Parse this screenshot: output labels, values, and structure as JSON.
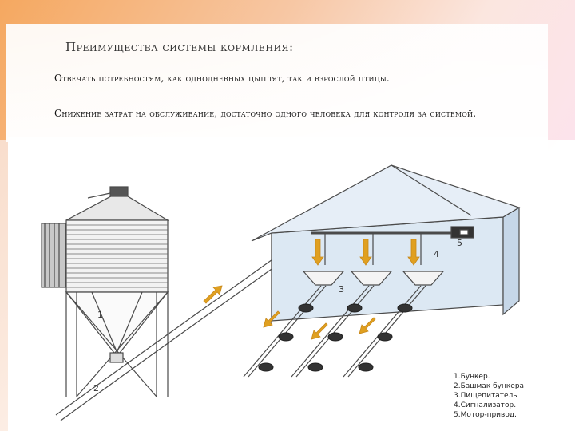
{
  "slide": {
    "title": "Преимущества системы кормления:",
    "point1": "Отвечать потребностям, как однодневных цыплят, так и взрослой птицы.",
    "point2": "Снижение затрат на обслуживание, достаточно одного человека для контроля за системой."
  },
  "diagram": {
    "labels": {
      "n1": "1",
      "n2": "2",
      "n3": "3",
      "n4": "4",
      "n5": "5"
    },
    "legend": [
      "1.Бункер.",
      "2.Башмак бункера.",
      "3.Пищепитатель",
      "4.Сигнализатор.",
      "5.Мотор-привод."
    ],
    "colors": {
      "outline": "#4a4a4a",
      "wall": "#dce8f3",
      "arrow": "#e0a020"
    }
  }
}
